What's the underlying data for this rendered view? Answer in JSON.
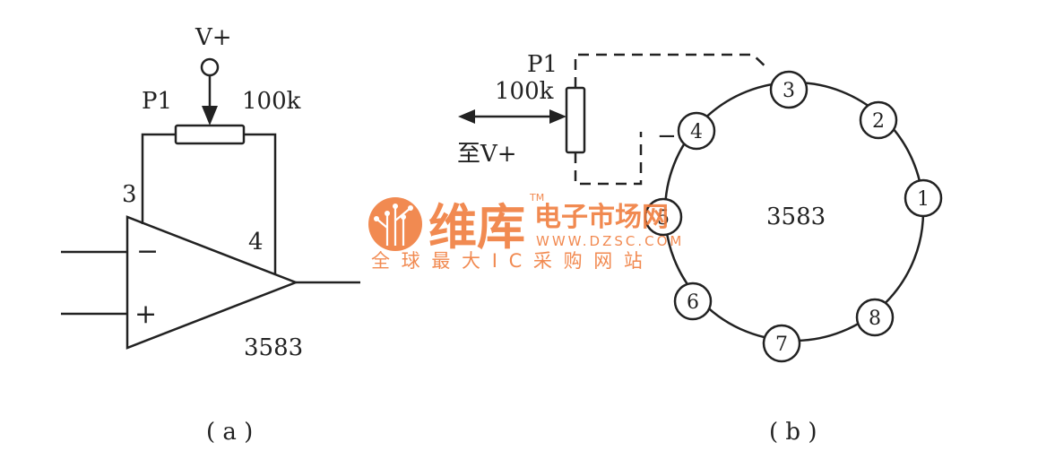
{
  "colors": {
    "ink": "#222222",
    "watermark": "#f07a3a",
    "background": "#ffffff"
  },
  "diagram_a": {
    "supply_label": "V+",
    "pot_name": "P1",
    "pot_value": "100k",
    "pin_3": "3",
    "pin_4": "4",
    "minus_symbol": "−",
    "plus_symbol": "+",
    "part_number": "3583",
    "caption": "( a )"
  },
  "diagram_b": {
    "pot_name": "P1",
    "pot_value": "100k",
    "to_supply": "至V+",
    "minus_symbol": "−",
    "package_label": "3583",
    "pins": [
      "1",
      "2",
      "3",
      "4",
      "5",
      "6",
      "7",
      "8"
    ],
    "caption": "( b )"
  },
  "watermark": {
    "brand": "维库",
    "tm": "TM",
    "site_name": "电子市场网",
    "url": "WWW.DZSC.COM",
    "slogan": "全 球 最 大 I C 采 购 网 站",
    "logo_icon": "circuit-logo-icon"
  }
}
